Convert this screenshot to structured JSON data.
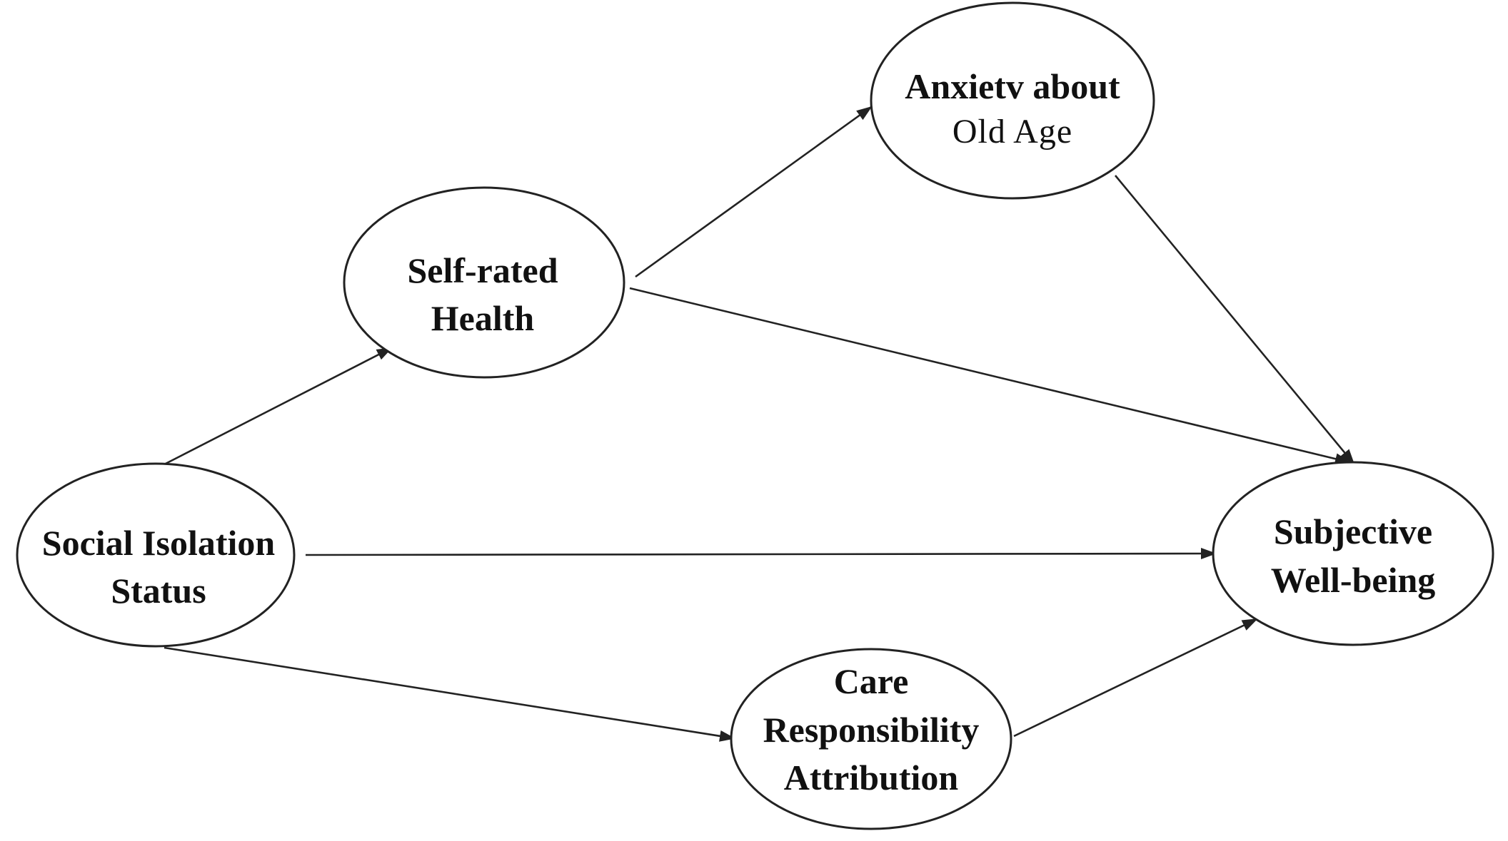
{
  "nodes": {
    "social_isolation": {
      "line1": "Social Isolation",
      "line2": "Status"
    },
    "self_rated_health": {
      "line1": "Self-rated",
      "line2": "Health"
    },
    "anxiety_old_age": {
      "line1": "Anxietv about",
      "line2": "Old Age"
    },
    "subjective_wellbeing": {
      "line1": "Subjective",
      "line2": "Well-being"
    },
    "care_responsibility": {
      "line1": "Care",
      "line2": "Responsibility",
      "line3": "Attribution"
    }
  },
  "edges": [
    {
      "from": "social_isolation",
      "to": "self_rated_health"
    },
    {
      "from": "social_isolation",
      "to": "subjective_wellbeing"
    },
    {
      "from": "social_isolation",
      "to": "care_responsibility"
    },
    {
      "from": "self_rated_health",
      "to": "anxiety_old_age"
    },
    {
      "from": "self_rated_health",
      "to": "subjective_wellbeing"
    },
    {
      "from": "anxiety_old_age",
      "to": "subjective_wellbeing"
    },
    {
      "from": "care_responsibility",
      "to": "subjective_wellbeing"
    }
  ],
  "colors": {
    "stroke": "#222222",
    "text": "#111111",
    "background": "#ffffff"
  }
}
